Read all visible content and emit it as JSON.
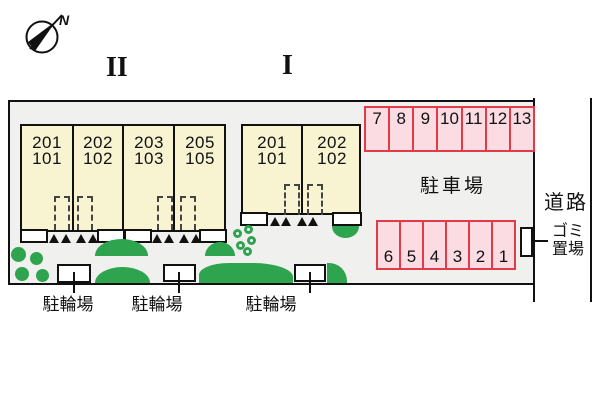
{
  "compass": {
    "north_label": "N"
  },
  "building_ii": {
    "label": "II",
    "units": [
      [
        "201",
        "101"
      ],
      [
        "202",
        "102"
      ],
      [
        "203",
        "103"
      ],
      [
        "205",
        "105"
      ]
    ]
  },
  "building_i": {
    "label": "I",
    "units": [
      [
        "201",
        "101"
      ],
      [
        "202",
        "102"
      ]
    ]
  },
  "parking": {
    "label": "駐車場",
    "row_top": [
      "7",
      "8",
      "9",
      "10",
      "11",
      "12",
      "13"
    ],
    "row_bottom": [
      "6",
      "5",
      "4",
      "3",
      "2",
      "1"
    ]
  },
  "road": {
    "label": "道路"
  },
  "garbage": {
    "line1": "ゴミ",
    "line2": "置場"
  },
  "bicycle": {
    "label_1": "駐輪場",
    "label_2": "駐輪場",
    "label_3": "駐輪場"
  },
  "colors": {
    "building_fill": "#F8F4D2",
    "parking_fill": "#FBDCE2",
    "parking_border": "#E23B47",
    "greenery": "#2EA44F",
    "site_fill": "#F0F0EE"
  }
}
